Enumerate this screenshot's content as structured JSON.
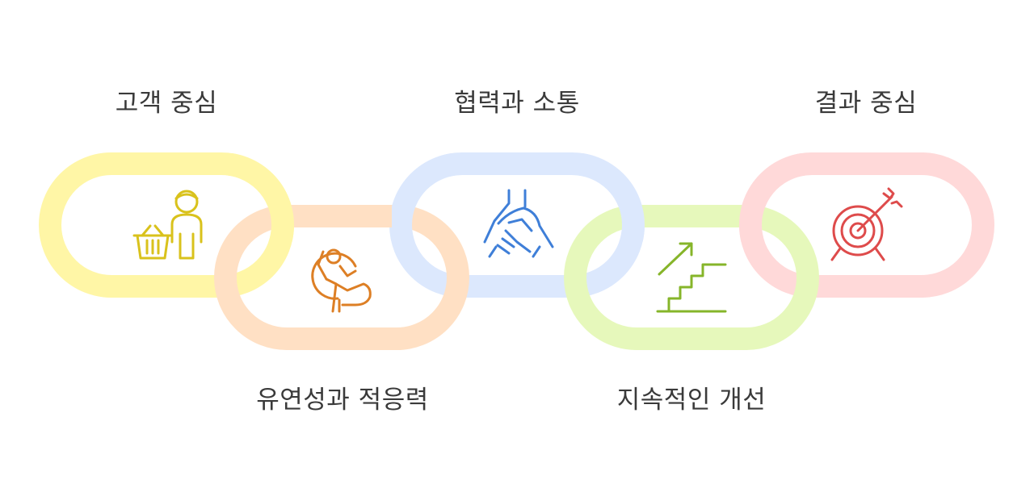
{
  "diagram": {
    "steps": [
      {
        "label": "고객 중심",
        "color": "#fff6a6",
        "icon": "customer-basket-icon",
        "icon_color": "#d9c21c"
      },
      {
        "label": "유연성과 적응력",
        "color": "#ffe0c4",
        "icon": "flexible-person-icon",
        "icon_color": "#dd7f25"
      },
      {
        "label": "협력과 소통",
        "color": "#dce8fd",
        "icon": "handshake-icon",
        "icon_color": "#3f7fd8"
      },
      {
        "label": "지속적인 개선",
        "color": "#e6f8bb",
        "icon": "stairs-arrow-icon",
        "icon_color": "#86b52a"
      },
      {
        "label": "결과 중심",
        "color": "#ffd9d9",
        "icon": "target-icon",
        "icon_color": "#de4b4b"
      }
    ]
  }
}
